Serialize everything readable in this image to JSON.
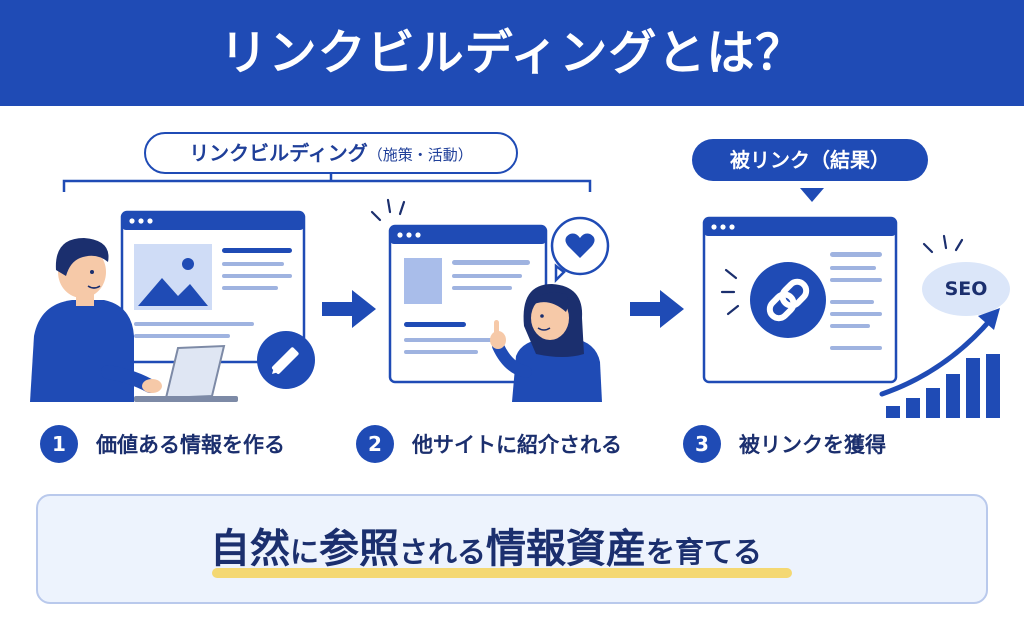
{
  "header": {
    "title": "リンクビルディングとは？"
  },
  "activity_pill": {
    "label": "リンクビルディング",
    "sub": "（施策・活動）"
  },
  "result_pill": {
    "label": "被リンク（結果）"
  },
  "steps": [
    {
      "number": "1",
      "label": "価値ある情報を作る"
    },
    {
      "number": "2",
      "label": "他サイトに紹介される"
    },
    {
      "number": "3",
      "label": "被リンクを獲得"
    }
  ],
  "seo_badge": {
    "label": "SEO"
  },
  "banner": {
    "parts": [
      {
        "text": "自然",
        "size": "big"
      },
      {
        "text": "に",
        "size": "small"
      },
      {
        "text": "参照",
        "size": "big"
      },
      {
        "text": "される",
        "size": "small"
      },
      {
        "text": "情報資産",
        "size": "big"
      },
      {
        "text": "を育てる",
        "size": "small"
      }
    ]
  },
  "colors": {
    "primary": "#1f4bb5",
    "dark": "#1b2f6e",
    "light": "#edf3fd",
    "accent": "#f4d25a"
  },
  "icons": [
    "pencil-icon",
    "heart-icon",
    "chain-link-icon",
    "sprout-icon",
    "arrow-right-icon",
    "growth-arrow-icon"
  ]
}
